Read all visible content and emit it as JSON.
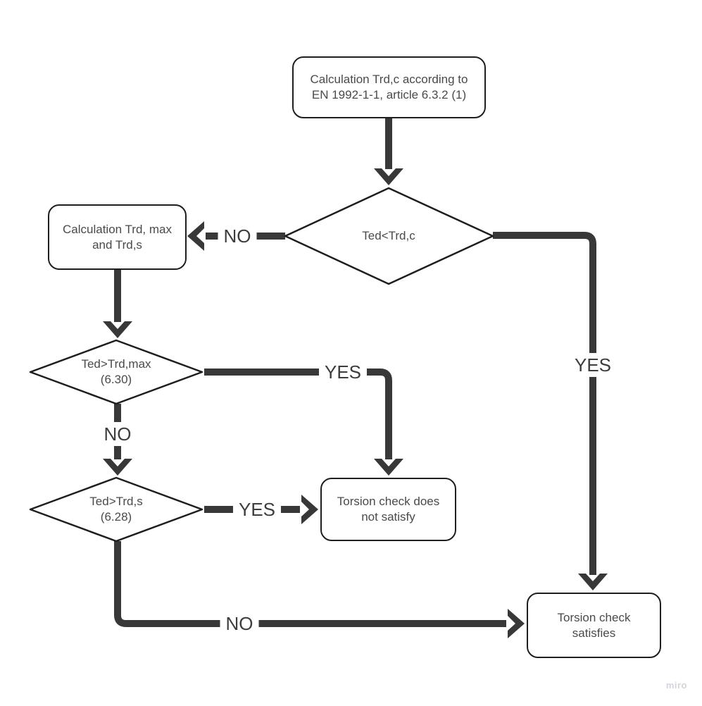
{
  "board": {
    "watermark": "miro"
  },
  "flowchart": {
    "nodes": {
      "start": {
        "line1": "Calculation Trd,c according to",
        "line2": "EN 1992-1-1, article 6.3.2 (1)"
      },
      "decision_trdc": {
        "label": "Ted<Trd,c"
      },
      "calc_trdmax": {
        "line1": "Calculation Trd, max",
        "line2": "and Trd,s"
      },
      "decision_trdmax": {
        "line1": "Ted>Trd,max",
        "line2": "(6.30)"
      },
      "decision_trds": {
        "line1": "Ted>Trd,s",
        "line2": "(6.28)"
      },
      "not_satisfy": {
        "line1": "Torsion check does",
        "line2": "not satisfy"
      },
      "satisfy": {
        "line1": "Torsion check",
        "line2": "satisfies"
      }
    },
    "edge_labels": {
      "trdc_no": "NO",
      "trdc_yes": "YES",
      "trdmax_yes": "YES",
      "trdmax_no": "NO",
      "trds_yes": "YES",
      "trds_no": "NO"
    },
    "colors": {
      "connector": "#383838",
      "shape_border": "#1e1e1e",
      "shape_text": "#4a4a4a",
      "edge_label_text": "#3d3d3d",
      "background": "#ffffff",
      "watermark_text": "#d4d4da"
    }
  }
}
